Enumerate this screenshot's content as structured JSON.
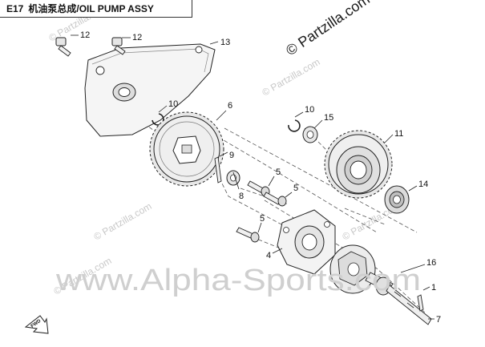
{
  "title": {
    "code": "E17",
    "name": "机油泵总成/OIL PUMP ASSY"
  },
  "watermarks": {
    "top_right": "© Partzilla.com",
    "diagonal": "© Partzilla.com",
    "bottom": "www.Alpha-Sports.com"
  },
  "callouts": {
    "c1": "1",
    "c4": "4",
    "c5a": "5",
    "c5b": "5",
    "c6": "6",
    "c7": "7",
    "c8": "8",
    "c9": "9",
    "c10a": "10",
    "c10b": "10",
    "c11": "11",
    "c12a": "12",
    "c12b": "12",
    "c13": "13",
    "c14": "14",
    "c15": "15",
    "c16": "16"
  },
  "fwd_label": "FWD",
  "colors": {
    "line": "#222222",
    "part_fill": "#f4f4f4",
    "gear_fill": "#e8e8e8",
    "shadow": "#bdbdbd",
    "watermark": "#cfcfcf"
  }
}
